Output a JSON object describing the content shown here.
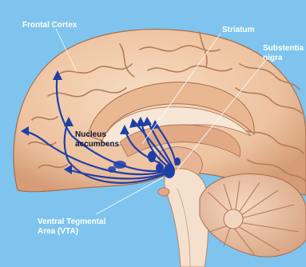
{
  "labels": {
    "frontal_cortex": "Frontal Cortex",
    "striatum": "Striatum",
    "substantia_nigra": [
      "Substentia",
      "nigra"
    ],
    "nucleus_accumbens": [
      "Nucleus",
      "accumbens"
    ],
    "vta": [
      "Ventral Tegmental",
      "Area (VTA)"
    ]
  },
  "colors": {
    "background": "#7ec4ee",
    "brain": "#f0c9a8",
    "brain_fold": "#b77b57",
    "pathway": "#1f3fa8",
    "label_light": "#ffffff",
    "label_dark": "#0a1230"
  }
}
